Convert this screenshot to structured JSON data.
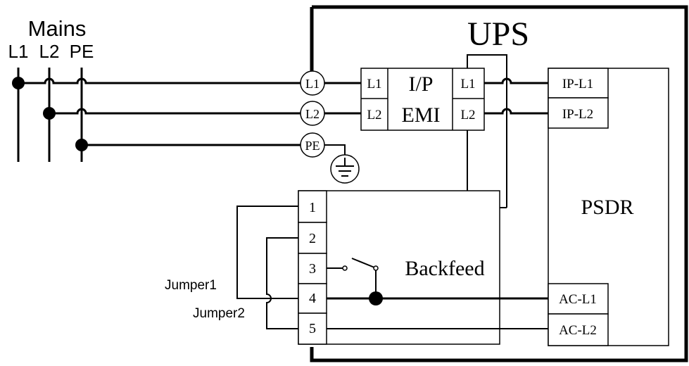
{
  "mains": {
    "title": "Mains",
    "l1": "L1",
    "l2": "L2",
    "pe": "PE"
  },
  "ups": {
    "title": "UPS"
  },
  "terminals": {
    "l1": "L1",
    "l2": "L2",
    "pe": "PE"
  },
  "emi": {
    "line1": "I/P",
    "line2": "EMI",
    "in_l1": "L1",
    "in_l2": "L2",
    "out_l1": "L1",
    "out_l2": "L2"
  },
  "psdr": {
    "title": "PSDR",
    "ip_l1": "IP-L1",
    "ip_l2": "IP-L2",
    "ac_l1": "AC-L1",
    "ac_l2": "AC-L2"
  },
  "backfeed": {
    "title": "Backfeed",
    "t1": "1",
    "t2": "2",
    "t3": "3",
    "t4": "4",
    "t5": "5"
  },
  "jumpers": {
    "j1": "Jumper1",
    "j2": "Jumper2"
  }
}
